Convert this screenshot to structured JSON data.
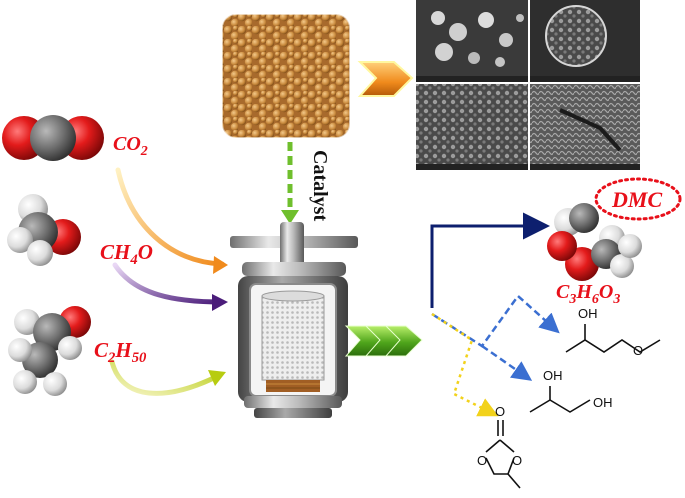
{
  "labels": {
    "co2": "CO2",
    "ch4o": "CH4O",
    "c2h5o": "C2H50",
    "c3h6o3": "C3H6O3",
    "dmc": "DMC",
    "catalyst": "Catalyst"
  },
  "structure_atoms": {
    "oh": "OH",
    "o": "O"
  },
  "colors": {
    "label_red": "#e8101a",
    "arrow_navy": "#0d1f6e",
    "arrow_blue_dashed": "#3b6fd1",
    "arrow_yellow_dotted": "#f2d21b",
    "arrow_green": "#6fbf2d",
    "arrow_orange": "#f08a1c"
  }
}
